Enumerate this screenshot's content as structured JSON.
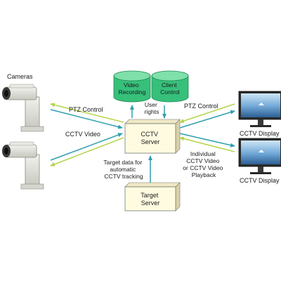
{
  "labels": {
    "cameras": "Cameras",
    "ptz_left": "PTZ Control",
    "cctv_video_left": "CCTV Video",
    "video_recording": [
      "Video",
      "Recording"
    ],
    "client_control": [
      "Client",
      "Control"
    ],
    "user_rights": [
      "User",
      "rights"
    ],
    "ptz_right": "PTZ Control",
    "cctv_server": [
      "CCTV",
      "Server"
    ],
    "target_data": [
      "Target data for",
      "automatic",
      "CCTV tracking"
    ],
    "individual_video": [
      "Individual",
      "CCTV Video",
      "or CCTV Video",
      "Playback"
    ],
    "target_server": [
      "Target",
      "Server"
    ],
    "cctv_display_top": "CCTV Display",
    "cctv_display_bottom": "CCTV Display"
  },
  "colors": {
    "green_arrow": "#b5d44a",
    "teal_arrow": "#2f9fae",
    "cylinder_fill": "#36c07a",
    "cylinder_top": "#7fe0aa",
    "box_fill": "#fffbe0",
    "box_side": "#d9d2a8"
  },
  "icons": [
    "camera-icon",
    "camera-icon",
    "monitor-icon",
    "monitor-icon",
    "database-icon",
    "database-icon"
  ]
}
